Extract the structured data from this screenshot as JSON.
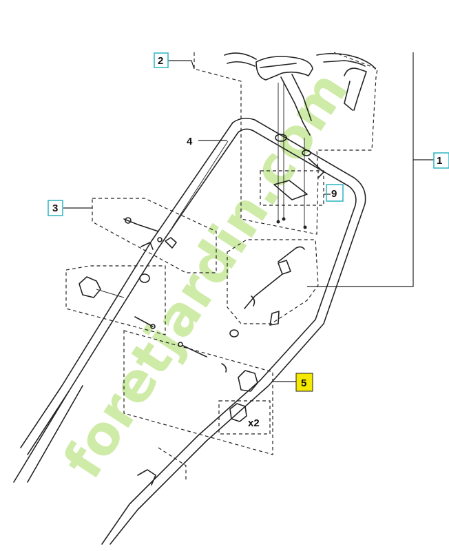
{
  "callouts": {
    "c1": {
      "label": "1"
    },
    "c2": {
      "label": "2",
      "box_color": "#2bb3c0"
    },
    "c3": {
      "label": "3",
      "box_color": "#2bb3c0"
    },
    "c4": {
      "label": "4"
    },
    "c5": {
      "label": "5",
      "box_color": "#f6e900",
      "border_color": "#222222"
    },
    "c9": {
      "label": "9",
      "box_color": "#2bb3c0"
    }
  },
  "quantity_note": "x2",
  "watermark": {
    "text": "foretjardin.com",
    "color_green": "#bfe38c",
    "color_orange": "#f4b36b"
  }
}
